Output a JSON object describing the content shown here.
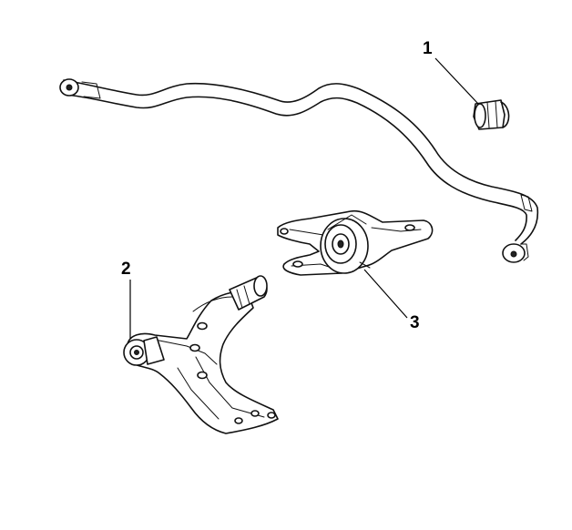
{
  "diagram": {
    "callouts": [
      {
        "id": "1",
        "label": "1",
        "part": "stabilizer-bar-bushing"
      },
      {
        "id": "2",
        "label": "2",
        "part": "lower-control-arm"
      },
      {
        "id": "3",
        "label": "3",
        "part": "control-arm-rear-bushing-bracket"
      }
    ],
    "colors": {
      "ink": "#111111",
      "background": "#ffffff"
    }
  }
}
